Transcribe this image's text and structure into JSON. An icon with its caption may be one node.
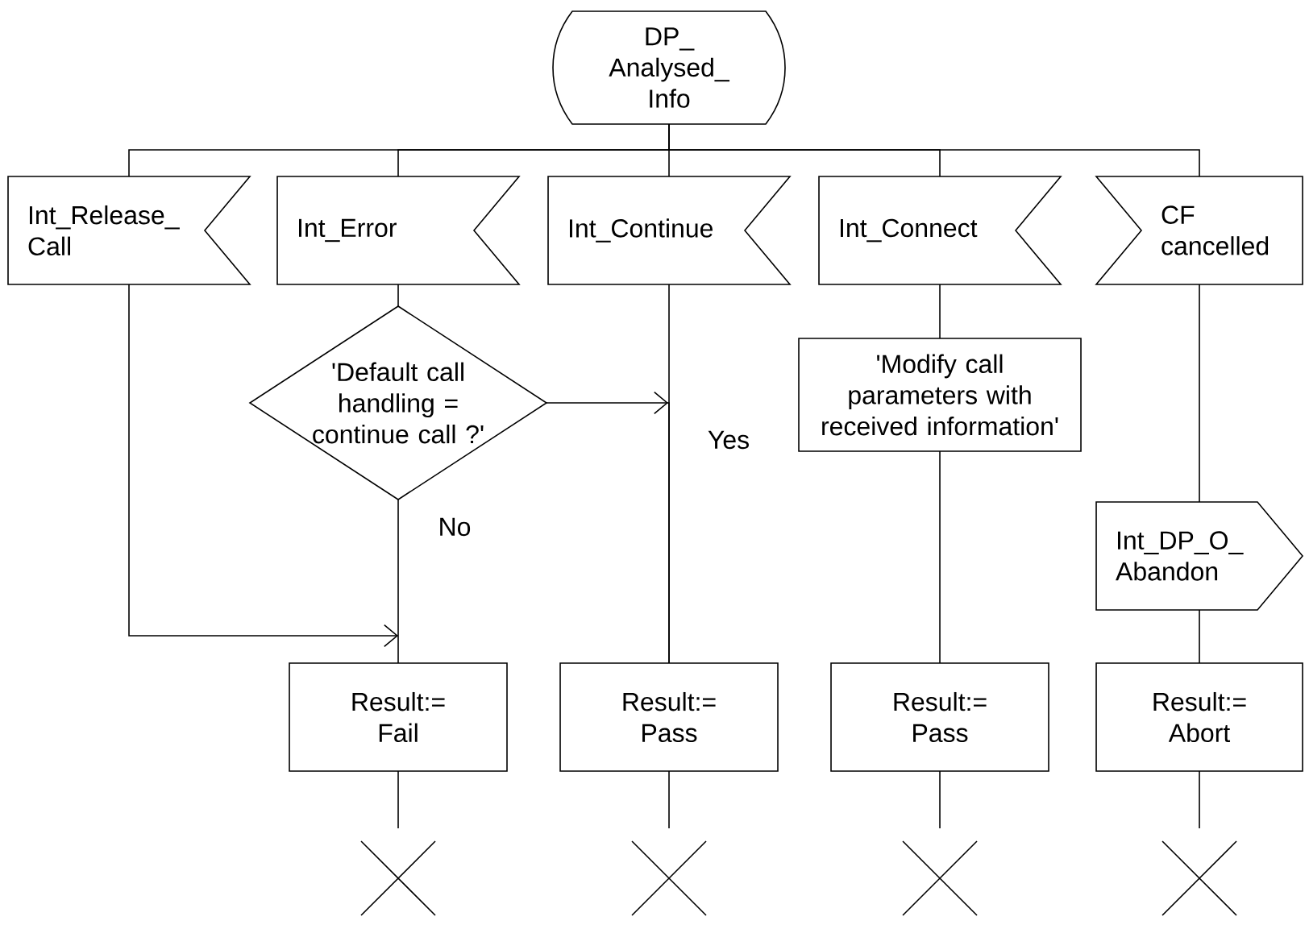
{
  "diagram": {
    "nodes": [
      {
        "text": [
          "DP_ Analysed_ Info"
        ]
      },
      {
        "text": [
          "Int_Release_ Call"
        ]
      },
      {
        "text": [
          "Int_Error"
        ]
      },
      {
        "text": [
          "Int_Continue"
        ]
      },
      {
        "text": [
          "Int_Connect"
        ]
      },
      {
        "text": [
          "CF cancelled"
        ]
      },
      {
        "text": [
          "'Default call handling = continue call ?'"
        ]
      },
      {
        "text": [
          "'Modify call parameters with received information'"
        ]
      },
      {
        "text": [
          "Int_DP_O_ Abandon"
        ]
      },
      {
        "text": [
          "Result:= Fail"
        ]
      },
      {
        "text": [
          "Result:= Pass"
        ]
      },
      {
        "text": [
          "Result:= Pass"
        ]
      },
      {
        "text": [
          "Result:= Abort"
        ]
      },
      {
        "text": [],
        "shape": "cross"
      },
      {
        "text": [],
        "shape": "cross"
      },
      {
        "text": [],
        "shape": "cross"
      },
      {
        "text": [],
        "shape": "cross"
      }
    ],
    "edges": [
      {
        "from": 0,
        "to": 1,
        "arrow": "none"
      },
      {
        "from": 0,
        "to": 2,
        "arrow": "none"
      },
      {
        "from": 0,
        "to": 3,
        "arrow": "none"
      },
      {
        "from": 0,
        "to": 4,
        "arrow": "none"
      },
      {
        "from": 0,
        "to": 5,
        "arrow": "none"
      },
      {
        "from": 1,
        "to": 9,
        "arrow": "to"
      },
      {
        "from": 2,
        "to": 6,
        "arrow": "none"
      },
      {
        "from": 6,
        "to": 10,
        "arrow": "to",
        "label": "Yes"
      },
      {
        "from": 6,
        "to": 9,
        "arrow": "none",
        "label": "No"
      },
      {
        "from": 3,
        "to": 10,
        "arrow": "none"
      },
      {
        "from": 4,
        "to": 7,
        "arrow": "none"
      },
      {
        "from": 7,
        "to": 11,
        "arrow": "none"
      },
      {
        "from": 5,
        "to": 8,
        "arrow": "none"
      },
      {
        "from": 8,
        "to": 12,
        "arrow": "none"
      },
      {
        "from": 9,
        "to": 13,
        "arrow": "none"
      },
      {
        "from": 10,
        "to": 14,
        "arrow": "none"
      },
      {
        "from": 11,
        "to": 15,
        "arrow": "none"
      },
      {
        "from": 12,
        "to": 16,
        "arrow": "none"
      }
    ]
  }
}
